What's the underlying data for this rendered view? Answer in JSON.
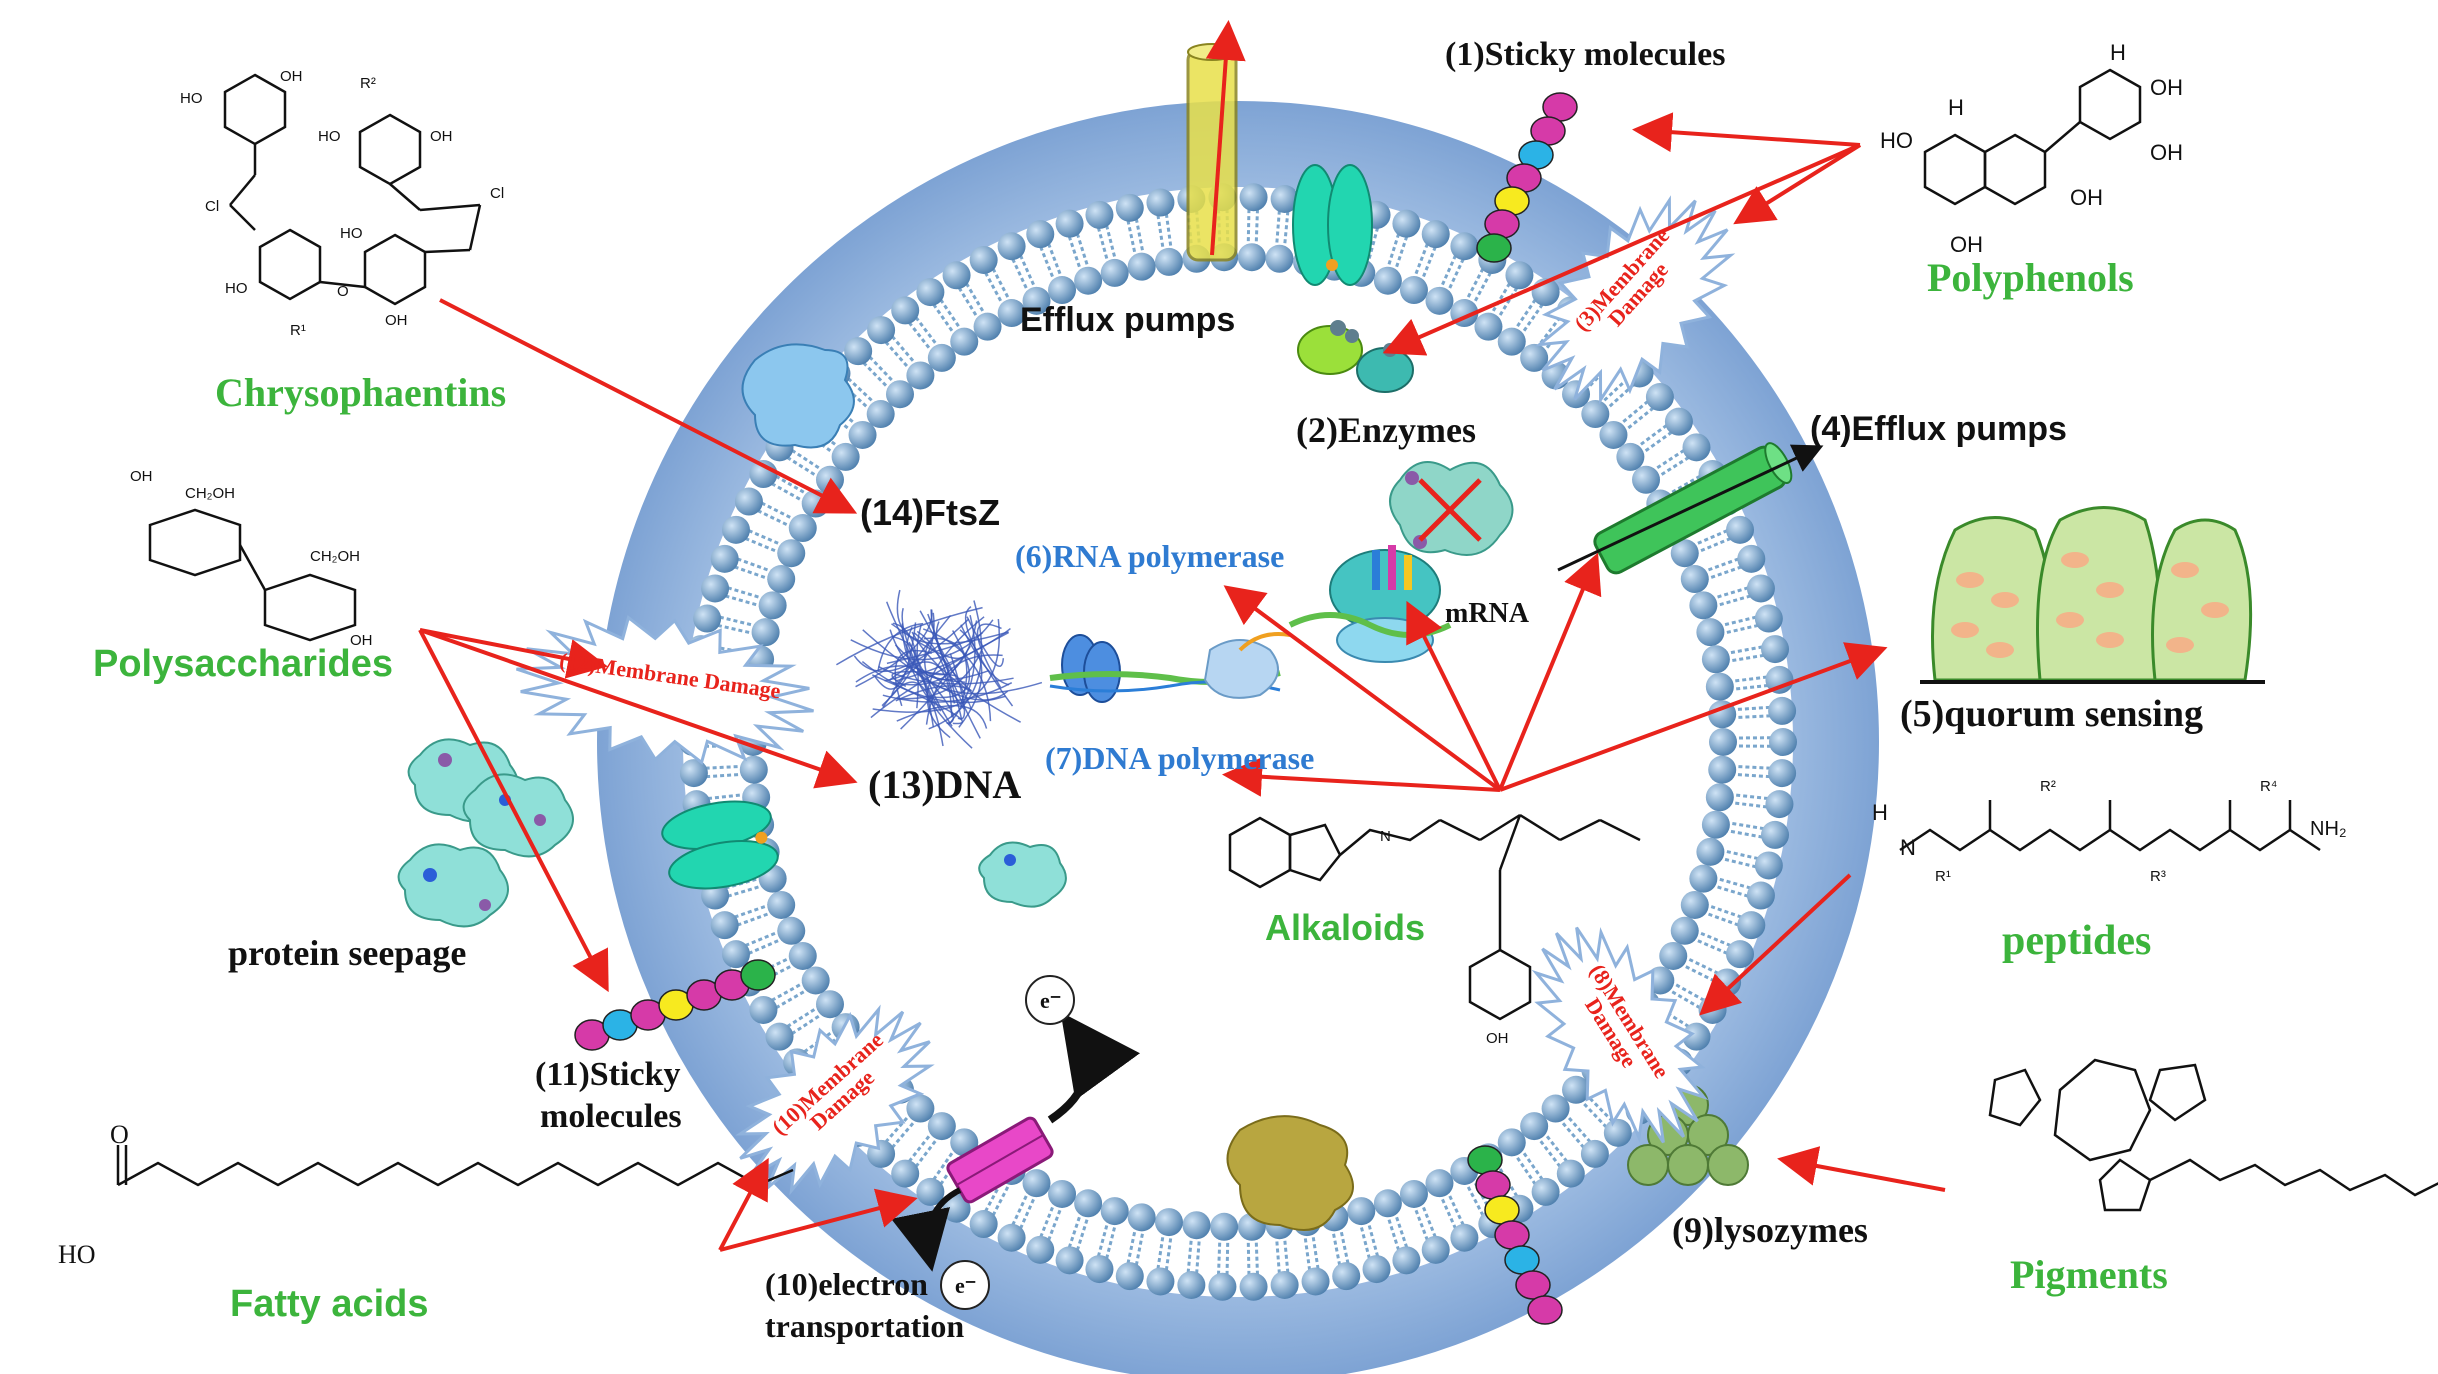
{
  "labels": {
    "sticky1": "(1)Sticky  molecules",
    "enzymes": "(2)Enzymes",
    "membrane3": "(3)Membrane Damage",
    "efflux4": "(4)Efflux pumps",
    "quorum": "(5)quorum sensing",
    "rna": "(6)RNA polymerase",
    "dna_poly": "(7)DNA polymerase",
    "membrane8": "(8)Membrane Damage",
    "lysozymes": "(9)lysozymes",
    "electron_line1": "(10)electron",
    "electron_line2": "transportation",
    "membrane10": "(10)Membrane Damage",
    "sticky11_line1": "(11)Sticky",
    "sticky11_line2": "molecules",
    "membrane12": "(12)Membrane Damage",
    "dna13": "(13)DNA",
    "ftsz": "(14)FtsZ",
    "efflux_top": "Efflux pumps",
    "mrna": "mRNA",
    "protein_seepage": "protein seepage"
  },
  "compounds": {
    "chrysophaentins": "Chrysophaentins",
    "polyphenols": "Polyphenols",
    "polysaccharides": "Polysaccharides",
    "alkaloids": "Alkaloids",
    "peptides": "peptides",
    "pigments": "Pigments",
    "fatty_acids": "Fatty acids"
  },
  "chem_text": {
    "oh": "OH",
    "ho": "HO",
    "h": "H",
    "n": "N",
    "o": "O",
    "cl": "Cl",
    "r1": "R¹",
    "r2": "R²",
    "r3": "R³",
    "r4": "R⁴",
    "nh2": "NH₂",
    "ch2oh": "CH₂OH",
    "e": "e⁻"
  },
  "colors": {
    "ring": "#8fb2dc",
    "ring_inner": "#dfe9f5",
    "lipid_head": "#6a9bc7",
    "arrow": "#e8231c",
    "compound_label": "#3cb43c",
    "target_blue": "#2f7bd1",
    "efflux_pump": "#3fc45a",
    "bead_colors": [
      "#d63aa8",
      "#2bb3e6",
      "#f7ea1f",
      "#2bb34a"
    ]
  }
}
